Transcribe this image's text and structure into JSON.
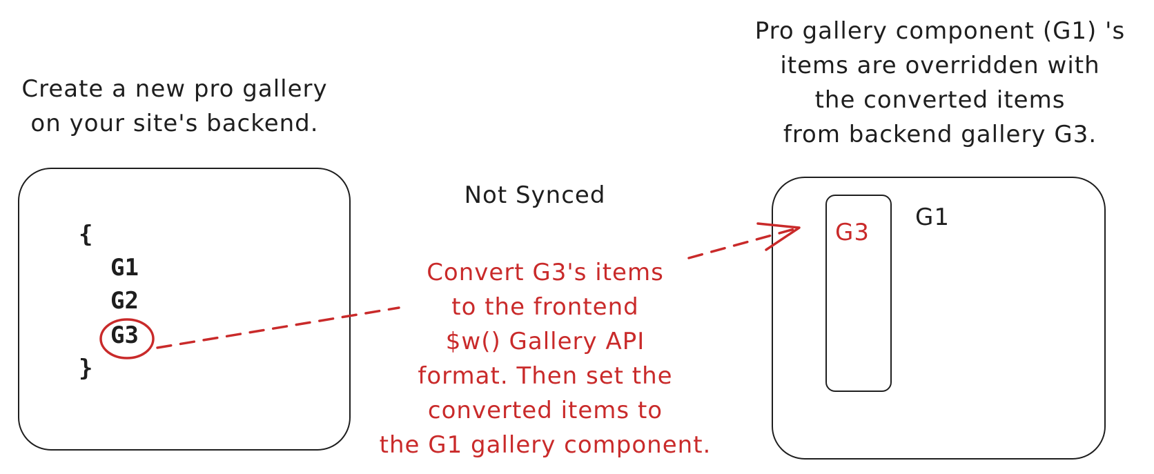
{
  "left_caption": {
    "lines": [
      "Create a new pro gallery",
      "on your site's backend."
    ]
  },
  "backend_box": {
    "open_brace": "{",
    "items": [
      "G1",
      "G2",
      "G3"
    ],
    "close_brace": "}"
  },
  "status_label": "Not Synced",
  "middle_caption": {
    "lines": [
      "Convert G3's items",
      "to the frontend",
      "$w() Gallery API",
      "format. Then set the",
      "converted items to",
      "the G1 gallery component."
    ]
  },
  "right_caption": {
    "lines": [
      "Pro gallery component (G1) 's",
      "items are overridden with",
      "the converted items",
      "from backend gallery G3."
    ]
  },
  "frontend_box": {
    "component_label": "G1",
    "inner_label": "G3"
  },
  "colors": {
    "ink": "#1e1e1e",
    "accent_red": "#c92a2a"
  }
}
